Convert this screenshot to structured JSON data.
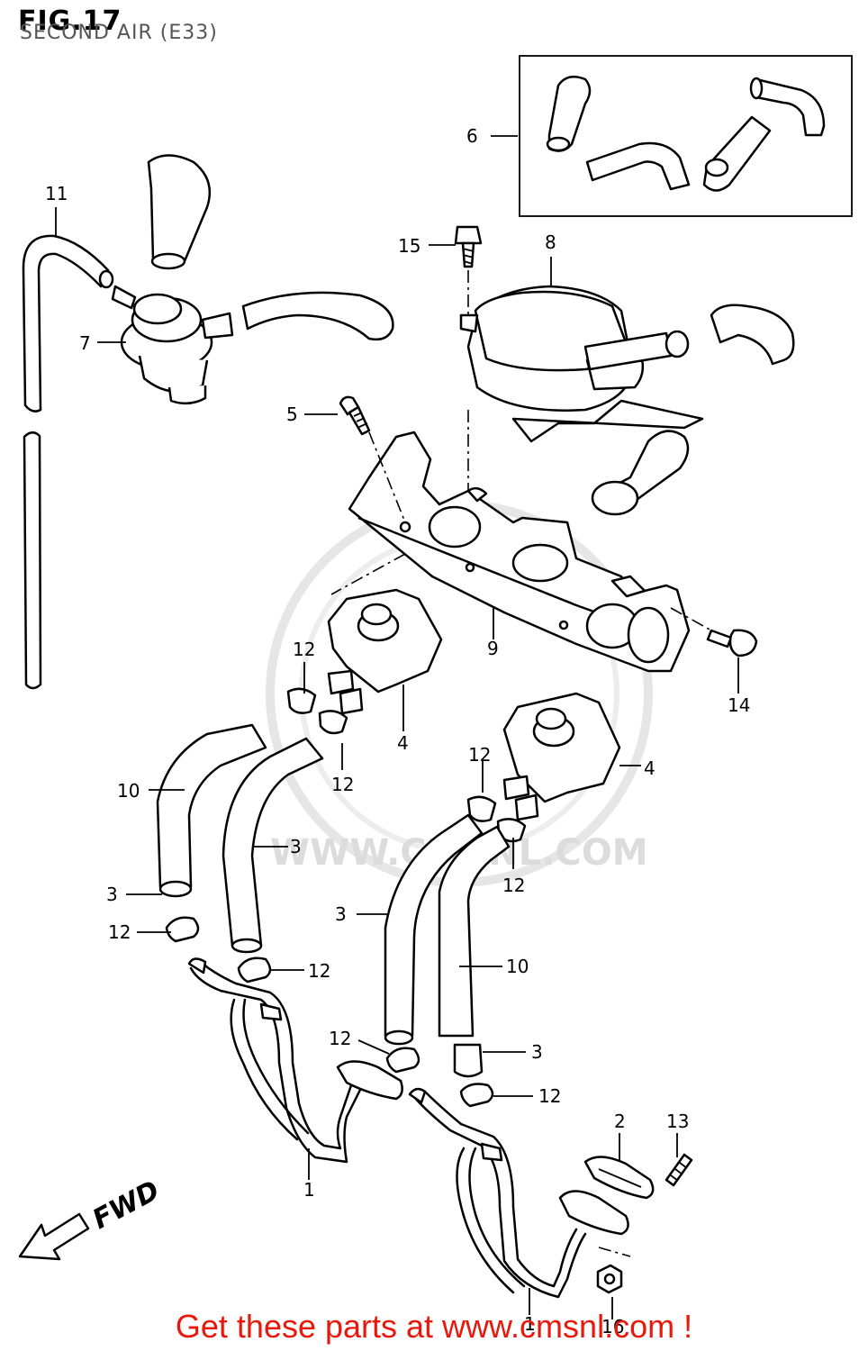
{
  "figure": {
    "title": "FIG.17",
    "subtitle": "SECOND AIR (E33)"
  },
  "callouts": {
    "c1a": "1",
    "c1b": "1",
    "c2": "2",
    "c3a": "3",
    "c3b": "3",
    "c3c": "3",
    "c3d": "3",
    "c4a": "4",
    "c4b": "4",
    "c5": "5",
    "c6": "6",
    "c7": "7",
    "c8": "8",
    "c9": "9",
    "c10a": "10",
    "c10b": "10",
    "c11": "11",
    "c12a": "12",
    "c12b": "12",
    "c12c": "12",
    "c12d": "12",
    "c12e": "12",
    "c12f": "12",
    "c12g": "12",
    "c12h": "12",
    "c13": "13",
    "c14": "14",
    "c15": "15",
    "c16": "16"
  },
  "direction_label": "FWD",
  "watermark": "WWW.CMSNL.COM",
  "footer": "Get these parts at www.cmsnl.com !"
}
